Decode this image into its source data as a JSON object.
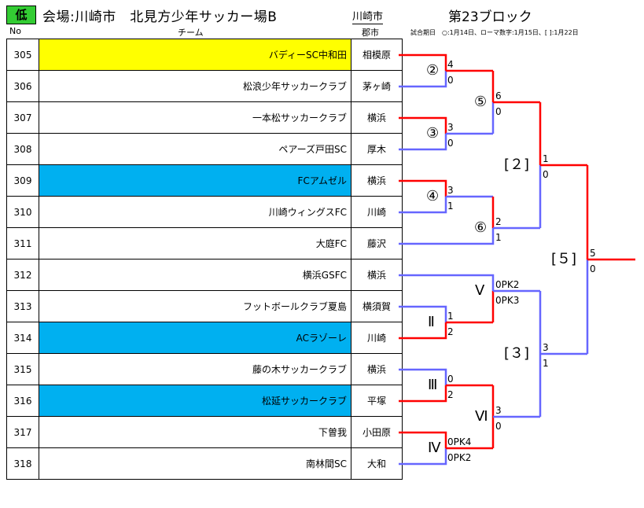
{
  "header": {
    "badge": "低",
    "title": "会場:川崎市　北見方少年サッカー場B",
    "city": "川崎市",
    "block": "第23ブロック",
    "dates": "試合期日　○:1月14日、ローマ数字:1月15日、[ ]:1月22日",
    "col_no": "No",
    "col_team": "チーム",
    "col_city": "郡市"
  },
  "teams": [
    {
      "no": "305",
      "name": "バディーSC中和田",
      "city": "相模原",
      "highlight": "yellow"
    },
    {
      "no": "306",
      "name": "松浪少年サッカークラブ",
      "city": "茅ヶ崎",
      "highlight": ""
    },
    {
      "no": "307",
      "name": "一本松サッカークラブ",
      "city": "横浜",
      "highlight": ""
    },
    {
      "no": "308",
      "name": "ペアーズ戸田SC",
      "city": "厚木",
      "highlight": ""
    },
    {
      "no": "309",
      "name": "FCアムゼル",
      "city": "横浜",
      "highlight": "blue"
    },
    {
      "no": "310",
      "name": "川崎ウィングスFC",
      "city": "川崎",
      "highlight": ""
    },
    {
      "no": "311",
      "name": "大庭FC",
      "city": "藤沢",
      "highlight": ""
    },
    {
      "no": "312",
      "name": "横浜GSFC",
      "city": "横浜",
      "highlight": ""
    },
    {
      "no": "313",
      "name": "フットボールクラブ夏島",
      "city": "横須賀",
      "highlight": ""
    },
    {
      "no": "314",
      "name": "ACラゾーレ",
      "city": "川崎",
      "highlight": "blue"
    },
    {
      "no": "315",
      "name": "藤の木サッカークラブ",
      "city": "横浜",
      "highlight": ""
    },
    {
      "no": "316",
      "name": "松延サッカークラブ",
      "city": "平塚",
      "highlight": "blue"
    },
    {
      "no": "317",
      "name": "下曽我",
      "city": "小田原",
      "highlight": ""
    },
    {
      "no": "318",
      "name": "南林間SC",
      "city": "大和",
      "highlight": ""
    }
  ],
  "colors": {
    "win": "#ff0000",
    "lose": "#6666ff",
    "yellow": "#ffff00",
    "blue": "#00b0f0",
    "badge": "#33cc33"
  },
  "matches": [
    {
      "label": "②",
      "top": "4",
      "bottom": "0"
    },
    {
      "label": "③",
      "top": "3",
      "bottom": "0"
    },
    {
      "label": "④",
      "top": "3",
      "bottom": "1"
    },
    {
      "label": "⑤",
      "top": "6",
      "bottom": "0"
    },
    {
      "label": "⑥",
      "top": "2",
      "bottom": "1"
    },
    {
      "label": "Ⅱ",
      "top": "1",
      "bottom": "2"
    },
    {
      "label": "Ⅲ",
      "top": "0",
      "bottom": "2"
    },
    {
      "label": "Ⅳ",
      "top": "0PK4",
      "bottom": "0PK2"
    },
    {
      "label": "Ⅴ",
      "top": "0PK2",
      "bottom": "0PK3"
    },
    {
      "label": "Ⅵ",
      "top": "3",
      "bottom": "0"
    },
    {
      "label": "[２]",
      "top": "1",
      "bottom": "0"
    },
    {
      "label": "[３]",
      "top": "3",
      "bottom": "1"
    },
    {
      "label": "[５]",
      "top": "5",
      "bottom": "0"
    }
  ]
}
